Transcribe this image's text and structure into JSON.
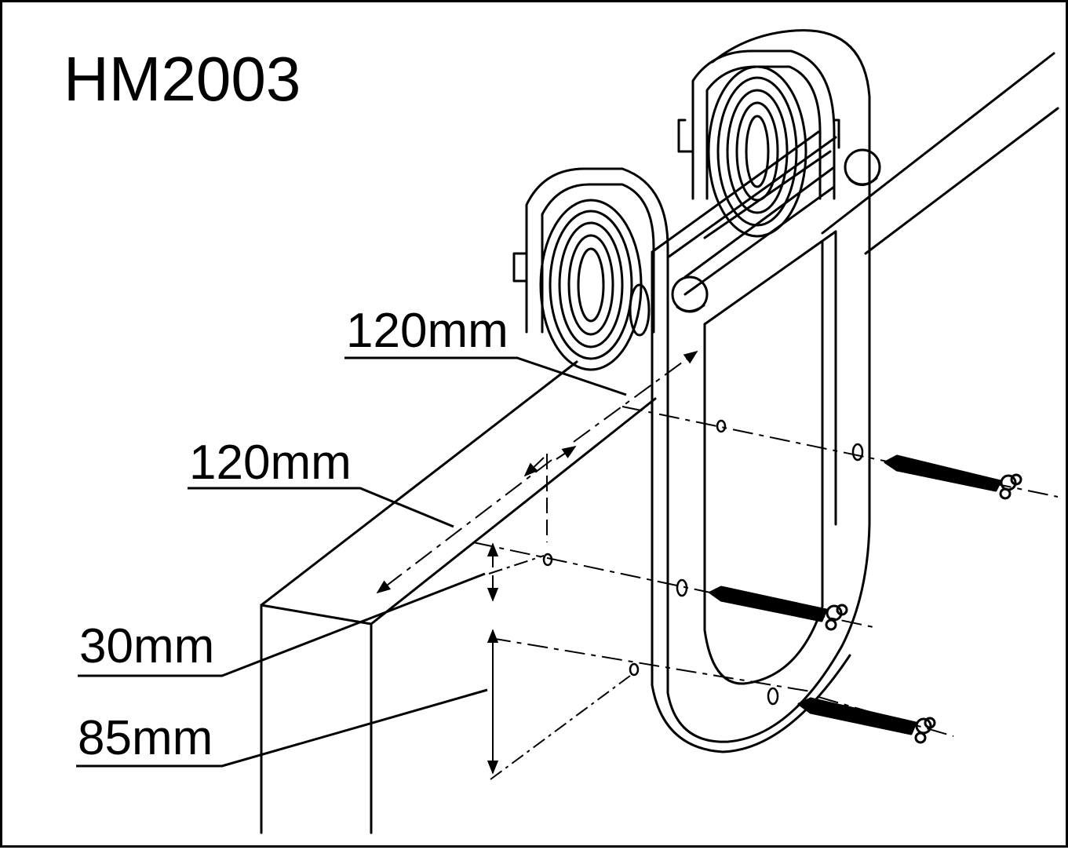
{
  "title": "HM2003",
  "dimensions": {
    "spacing_top": "120mm",
    "spacing_edge": "120mm",
    "offset_upper": "30mm",
    "offset_lower": "85mm"
  },
  "colors": {
    "line": "#000000",
    "background": "#ffffff"
  }
}
